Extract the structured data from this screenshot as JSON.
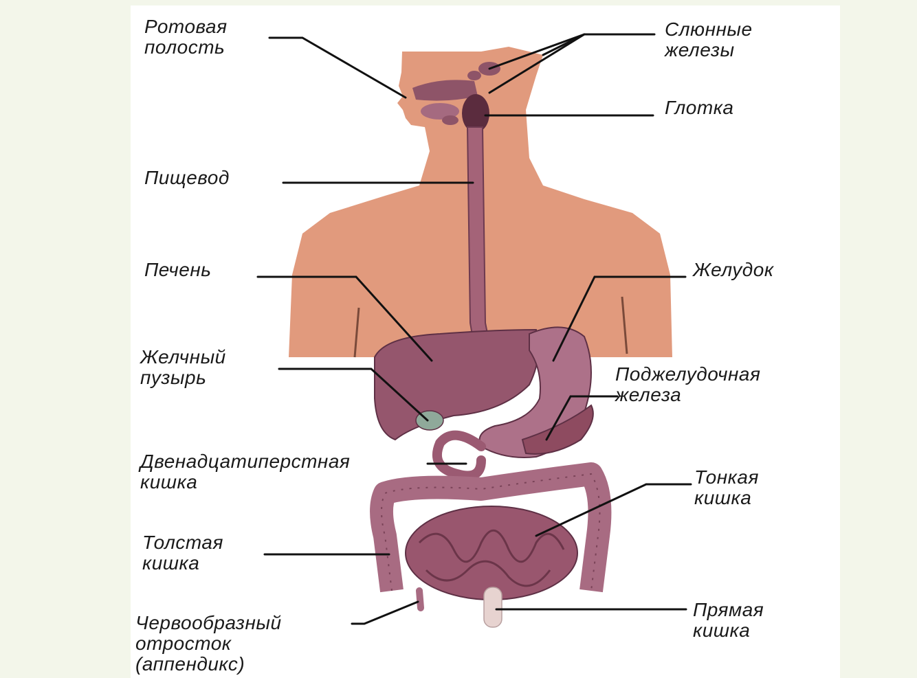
{
  "colors": {
    "background": "#f3f6ea",
    "panel": "#ffffff",
    "skin": "#e19a7d",
    "organ": "#9b5a72",
    "organ_dark": "#6d3a50",
    "organ_light": "#b47d92",
    "line": "#111111"
  },
  "labels": {
    "oral_cavity": [
      "Ротовая",
      "полость"
    ],
    "salivary_glands": [
      "Слюнные",
      "железы"
    ],
    "pharynx": [
      "Глотка"
    ],
    "esophagus": [
      "Пищевод"
    ],
    "liver": [
      "Печень"
    ],
    "stomach": [
      "Желудок"
    ],
    "gallbladder": [
      "Желчный",
      "пузырь"
    ],
    "pancreas": [
      "Поджелудочная",
      "железа"
    ],
    "duodenum": [
      "Двенадцатиперстная",
      "кишка"
    ],
    "small_intestine": [
      "Тонкая",
      "кишка"
    ],
    "large_intestine": [
      "Толстая",
      "кишка"
    ],
    "appendix": [
      "Червообразный",
      "отросток",
      "(аппендикс)"
    ],
    "rectum": [
      "Прямая",
      "кишка"
    ]
  }
}
